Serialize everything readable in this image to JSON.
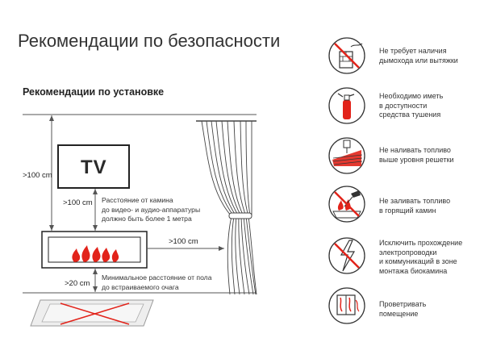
{
  "title": "Рекомендации по безопасности",
  "subtitle": "Рекомендации по установке",
  "diagram": {
    "tv_label": "TV",
    "height_tv": ">100 cm",
    "dist_tv_fireplace": ">100 cm",
    "note_av": [
      "Расстояние от камина",
      "до видео- и аудио-аппаратуры",
      "должно быть более 1 метра"
    ],
    "dist_curtain": ">100 cm",
    "dist_floor": ">20 cm",
    "note_floor": [
      "Минимальное расстояние от пола",
      "до встраиваемого очага"
    ]
  },
  "accent_color": "#e2231a",
  "recommendations": [
    {
      "icon": "no-chimney-icon",
      "lines": [
        "Не требует наличия",
        "дымохода или вытяжки"
      ]
    },
    {
      "icon": "fire-extinguisher-icon",
      "lines": [
        "Необходимо иметь",
        "в доступности",
        "средства тушения"
      ]
    },
    {
      "icon": "fuel-level-grate-icon",
      "lines": [
        "Не наливать топливо",
        "выше уровня решетки"
      ]
    },
    {
      "icon": "no-pouring-into-fire-icon",
      "lines": [
        "Не заливать топливо",
        "в горящий камин"
      ]
    },
    {
      "icon": "no-wiring-icon",
      "lines": [
        "Исключить прохождение",
        "электропроводки",
        "и коммуникаций в зоне",
        "монтажа биокамина"
      ]
    },
    {
      "icon": "ventilation-window-icon",
      "lines": [
        "Проветривать",
        "помещение"
      ]
    }
  ]
}
